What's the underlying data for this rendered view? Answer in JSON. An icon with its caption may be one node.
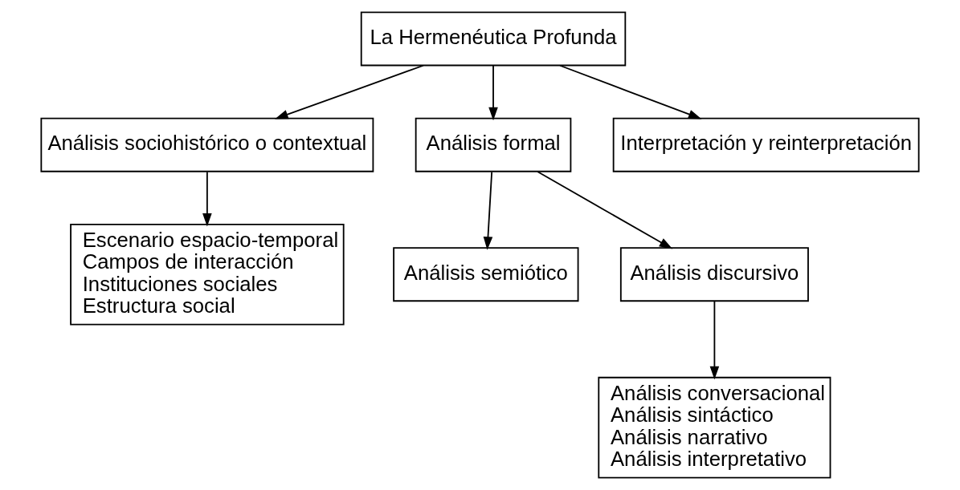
{
  "diagram": {
    "nodes": [
      {
        "text": [
          "La Hermenéutica Profunda"
        ]
      },
      {
        "text": [
          "Análisis sociohistórico o contextual"
        ]
      },
      {
        "text": [
          "Análisis formal"
        ]
      },
      {
        "text": [
          "Interpretación y reinterpretación"
        ]
      },
      {
        "text": [
          "Análisis semiótico"
        ]
      },
      {
        "text": [
          "Análisis discursivo"
        ]
      },
      {
        "text": [
          "Escenario espacio-temporal",
          "Campos de interacción",
          "Instituciones sociales",
          "Estructura social"
        ]
      },
      {
        "text": [
          "Análisis conversacional",
          "Análisis sintáctico",
          "Análisis narrativo",
          "Análisis interpretativo"
        ]
      }
    ],
    "edges": [
      {
        "from": 0,
        "to": 1,
        "arrow": "to"
      },
      {
        "from": 0,
        "to": 2,
        "arrow": "to"
      },
      {
        "from": 0,
        "to": 3,
        "arrow": "to"
      },
      {
        "from": 2,
        "to": 4,
        "arrow": "to"
      },
      {
        "from": 2,
        "to": 5,
        "arrow": "to"
      },
      {
        "from": 1,
        "to": 6,
        "arrow": "to"
      },
      {
        "from": 5,
        "to": 7,
        "arrow": "to"
      }
    ]
  }
}
